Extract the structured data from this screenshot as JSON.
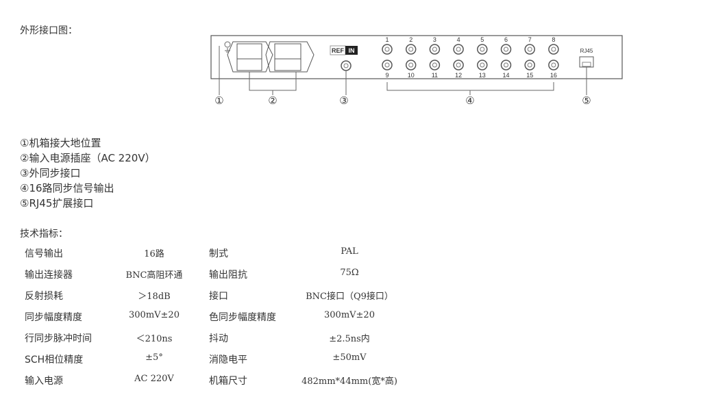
{
  "title": "外形接口图：",
  "diagram": {
    "ref_label": "REF",
    "in_label": "IN",
    "rj45_label": "RJ45",
    "top_ports": [
      "1",
      "2",
      "3",
      "4",
      "5",
      "6",
      "7",
      "8"
    ],
    "bottom_ports": [
      "9",
      "10",
      "11",
      "12",
      "13",
      "14",
      "15",
      "16"
    ],
    "callouts": [
      "①",
      "②",
      "③",
      "④",
      "⑤"
    ]
  },
  "legend": [
    "①机箱接大地位置",
    "②输入电源插座（AC 220V）",
    "③外同步接口",
    "④16路同步信号输出",
    "⑤RJ45扩展接口"
  ],
  "spec_title": "技术指标：",
  "specs": [
    [
      "信号输出",
      "16路",
      "制式",
      "PAL"
    ],
    [
      "输出连接器",
      "BNC高阻环通",
      "输出阻抗",
      "75Ω"
    ],
    [
      "反射损耗",
      "＞18dB",
      "接口",
      "BNC接口（Q9接口）"
    ],
    [
      "同步幅度精度",
      "300mV±20",
      "色同步幅度精度",
      "300mV±20"
    ],
    [
      "行同步脉冲时间",
      "＜210ns",
      "抖动",
      "±2.5ns内"
    ],
    [
      "SCH相位精度",
      "±5°",
      "消隐电平",
      "±50mV"
    ],
    [
      "输入电源",
      "AC 220V",
      "机箱尺寸",
      "482mm*44mm(宽*高)"
    ]
  ]
}
